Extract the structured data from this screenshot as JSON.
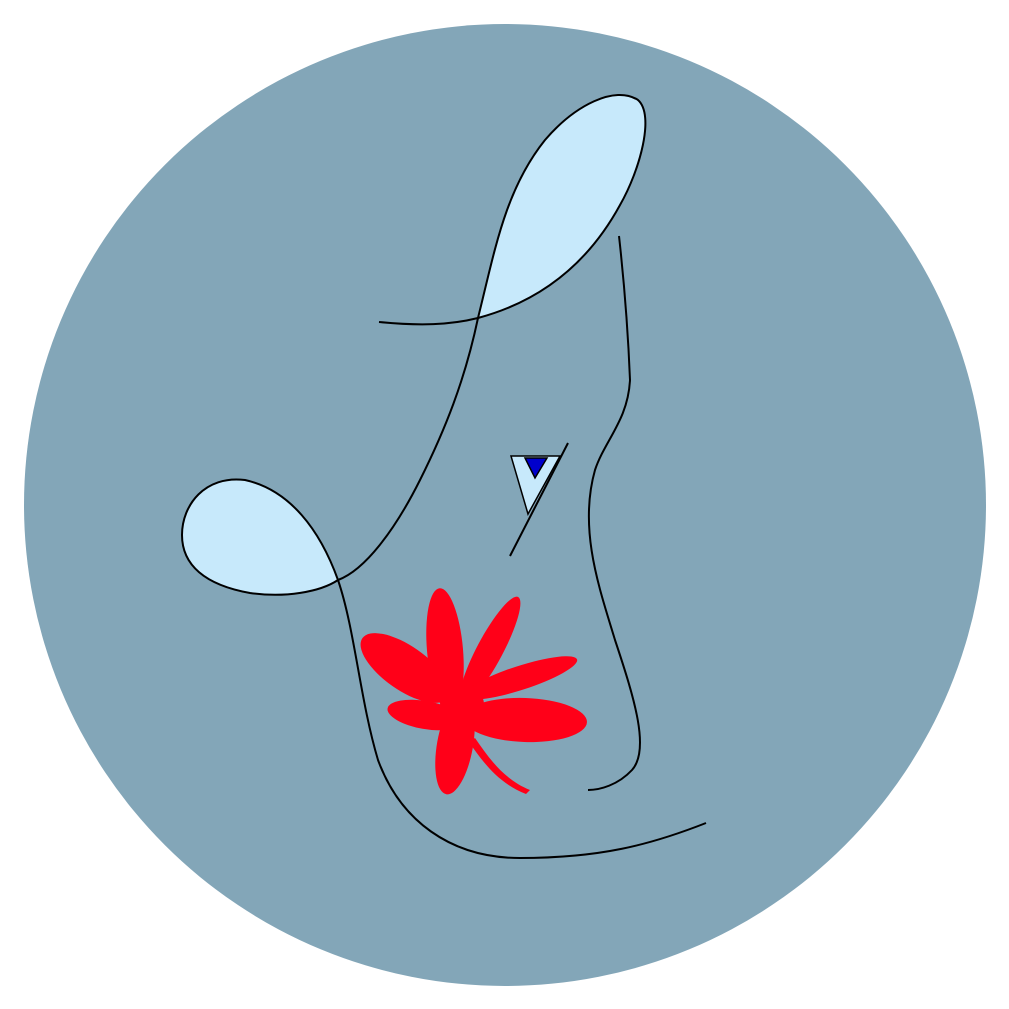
{
  "colors": {
    "page_background": "#ffffff",
    "disc": "#83a6b8",
    "pale_blue": "#c7e9fb",
    "flower_red": "#ff0018",
    "dark_blue": "#0000cc",
    "line": "#000000"
  },
  "artwork": {
    "elements": [
      "round-disc",
      "upper-pale-blue-leaf",
      "left-pale-blue-leaf",
      "long-black-line",
      "right-black-line",
      "small-pale-triangle",
      "dark-blue-triangle",
      "red-flower"
    ]
  }
}
